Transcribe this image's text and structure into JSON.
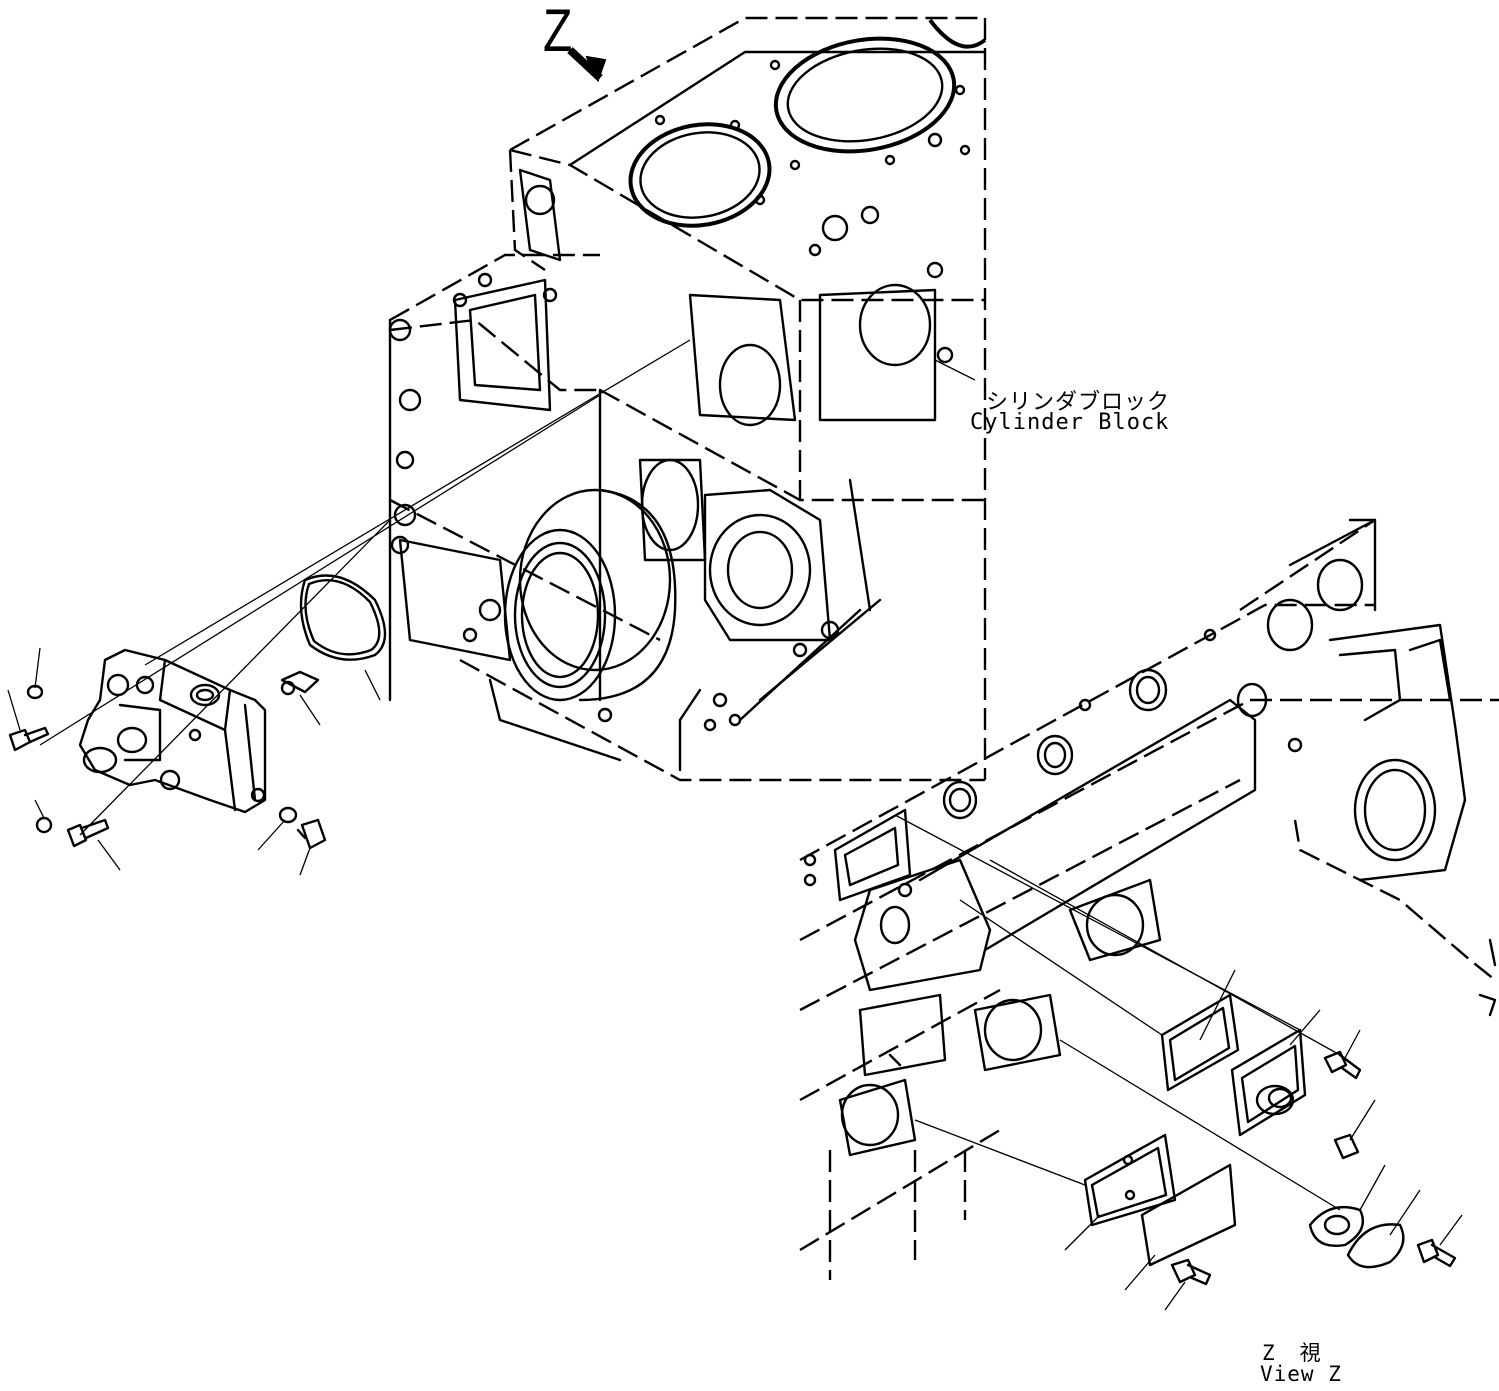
{
  "diagram": {
    "view_marker": "Z",
    "cylinder_block_label_jp": "シリンダブロック",
    "cylinder_block_label_en": "Cylinder Block",
    "view_label_jp": "Z　視",
    "view_label_en": "View Z"
  },
  "icons": {
    "view_arrow": "view-direction-arrow-icon"
  }
}
